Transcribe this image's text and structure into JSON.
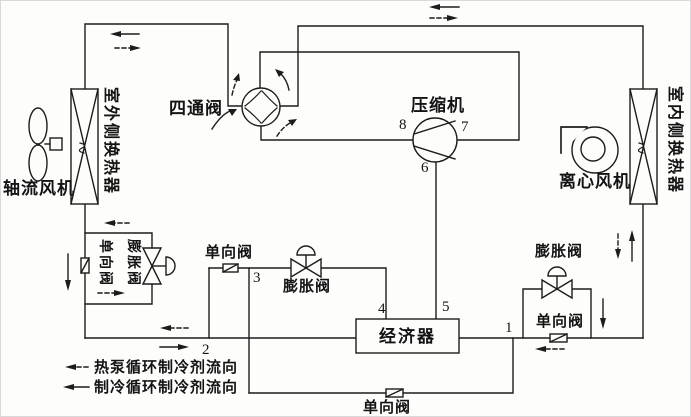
{
  "figure": {
    "type": "heat-pump refrigerant circuit schematic",
    "background": "#fdfdfc",
    "line_color": "#1c1c1c"
  },
  "labels": {
    "four_way_valve": "四通阀",
    "compressor": "压缩机",
    "outdoor_hx": "室外侧换热器",
    "indoor_hx": "室内侧换热器",
    "axial_fan": "轴流风机",
    "centrifugal_fan": "离心风机",
    "economizer": "经济器",
    "check_valve_left": "单向阀",
    "expansion_valve_left": "膨胀阀",
    "check_valve_mid": "单向阀",
    "expansion_valve_mid": "膨胀阀",
    "expansion_valve_right": "膨胀阀",
    "check_valve_right": "单向阀",
    "check_valve_bottom": "单向阀"
  },
  "points": {
    "p1": "1",
    "p2": "2",
    "p3": "3",
    "p4": "4",
    "p5": "5",
    "p6": "6",
    "p7": "7",
    "p8": "8"
  },
  "legend": {
    "heat_pump": {
      "label": "热泵循环制冷剂流向",
      "line_style": "dashed"
    },
    "cooling": {
      "label": "制冷循环制冷剂流向",
      "line_style": "solid"
    }
  }
}
